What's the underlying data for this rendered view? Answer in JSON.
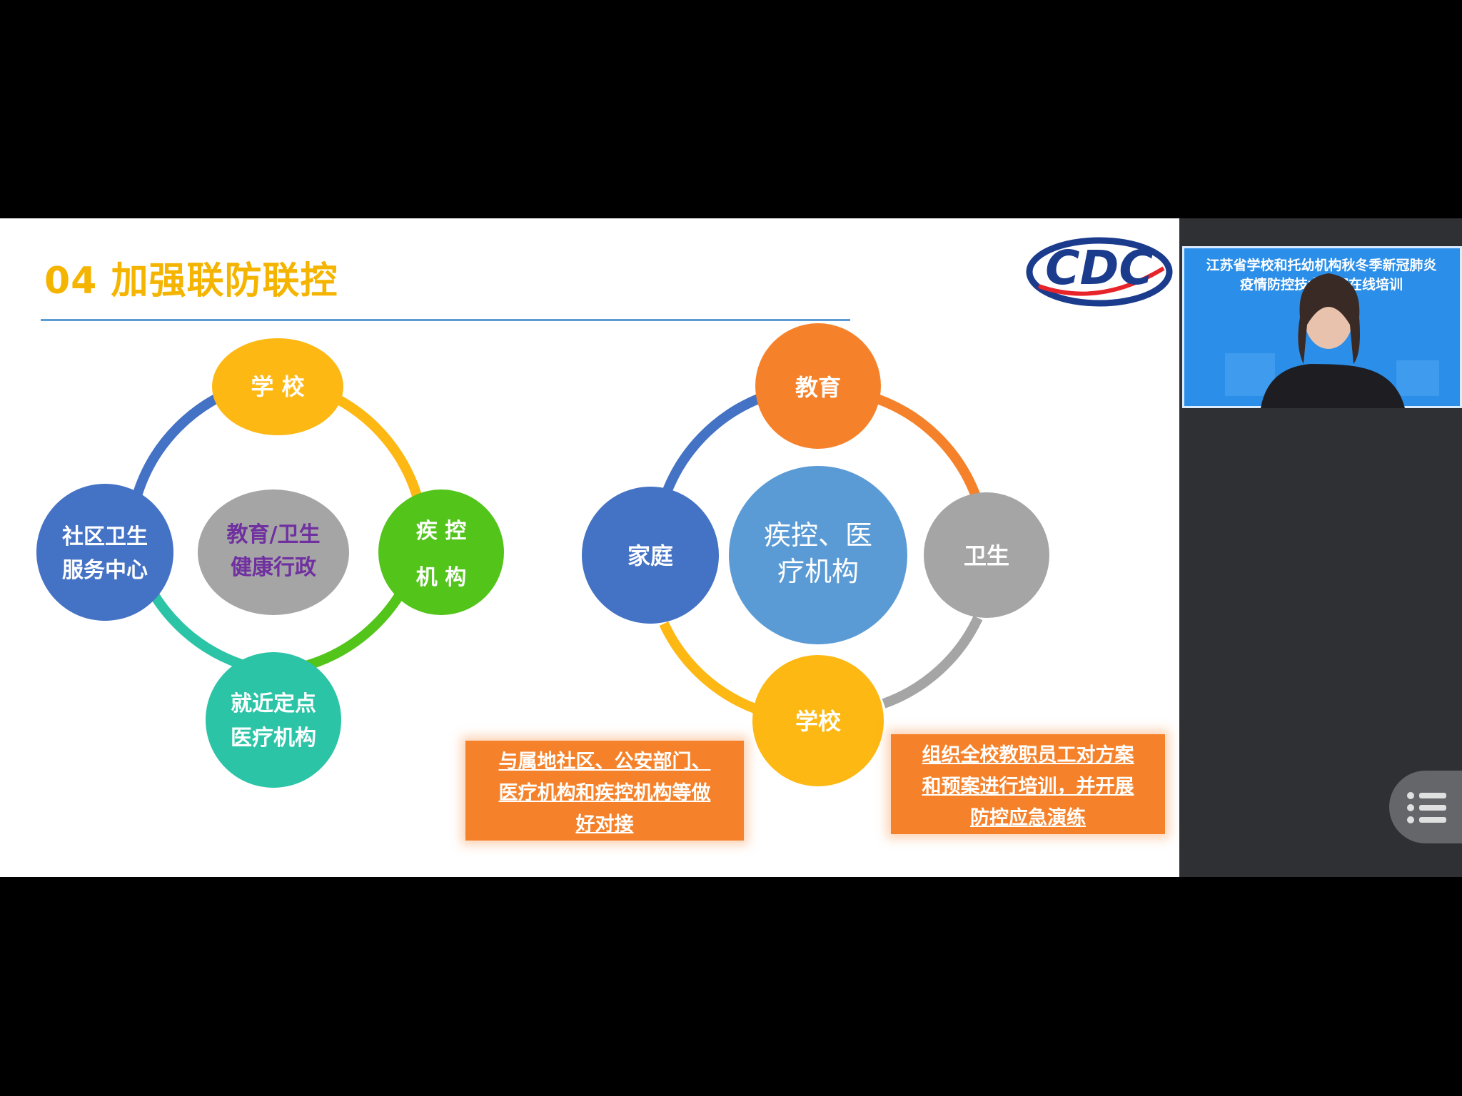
{
  "slide": {
    "title": "04 加强联防联控",
    "logo_text": "CDC"
  },
  "left_ring": {
    "center_line1": "教育/卫生",
    "center_line2": "健康行政",
    "node_top": "学 校",
    "node_right_line1": "疾 控",
    "node_right_line2": "机 构",
    "node_bottom_line1": "就近定点",
    "node_bottom_line2": "医疗机构",
    "node_left_line1": "社区卫生",
    "node_left_line2": "服务中心"
  },
  "right_ring": {
    "center_line1": "疾控、医",
    "center_line2": "疗机构",
    "node_top": "教育",
    "node_right": "卫生",
    "node_bottom": "学校",
    "node_left": "家庭"
  },
  "callouts": {
    "left_line1": "与属地社区、公安部门、",
    "left_line2": "医疗机构和疾控机构等做",
    "left_line3": "好对接",
    "right_line1": "组织全校教职员工对方案",
    "right_line2": "和预案进行培训，并开展",
    "right_line3": "防控应急演练"
  },
  "video": {
    "caption_line1": "江苏省学校和托幼机构秋冬季新冠肺炎",
    "caption_line2": "疫情防控技术方案在线培训"
  },
  "controls": {
    "menu_icon": "list-menu-icon"
  },
  "colors": {
    "title": "#f4b400",
    "rule": "#5b9bd5",
    "yellow": "#fdb813",
    "green": "#52c41a",
    "teal": "#2bc4a7",
    "blue": "#4472c4",
    "orange": "#f5822a",
    "gray": "#a5a5a5",
    "purple": "#7030a0",
    "light_blue": "#5b9bd5"
  }
}
